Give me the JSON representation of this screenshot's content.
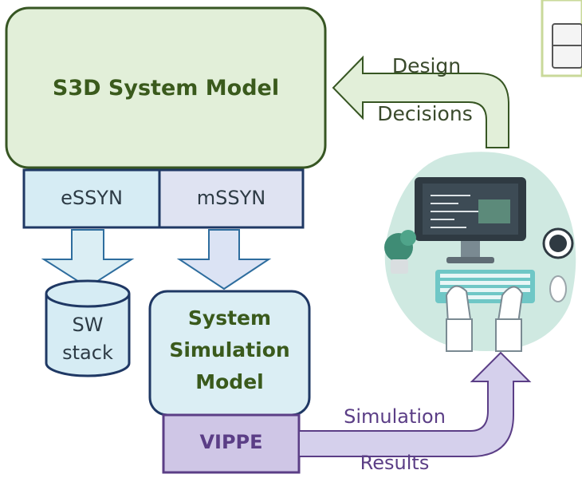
{
  "boxes": {
    "system_model": "S3D System Model",
    "essyn": "eSSYN",
    "mssyn": "mSSYN",
    "sw_stack_line1": "SW",
    "sw_stack_line2": "stack",
    "sim_model_line1": "System",
    "sim_model_line2": "Simulation",
    "sim_model_line3": "Model",
    "vippe": "VIPPE"
  },
  "arrows": {
    "design_line1": "Design",
    "design_line2": "Decisions",
    "simulation_line1": "Simulation",
    "simulation_line2": "Results"
  },
  "icons": [
    "computer-user-illustration",
    "database-cylinder-icon",
    "down-arrow-icon",
    "curved-arrow-icon"
  ],
  "colors": {
    "green_fill": "#e2efd9",
    "green_border": "#375623",
    "blue_fill": "#dbeef4",
    "blue_border": "#1f3864",
    "lavender_fill": "#dfe3f2",
    "purple_fill": "#cfc6e6",
    "purple_border": "#5b3e86",
    "purple_text": "#5b3e86"
  }
}
